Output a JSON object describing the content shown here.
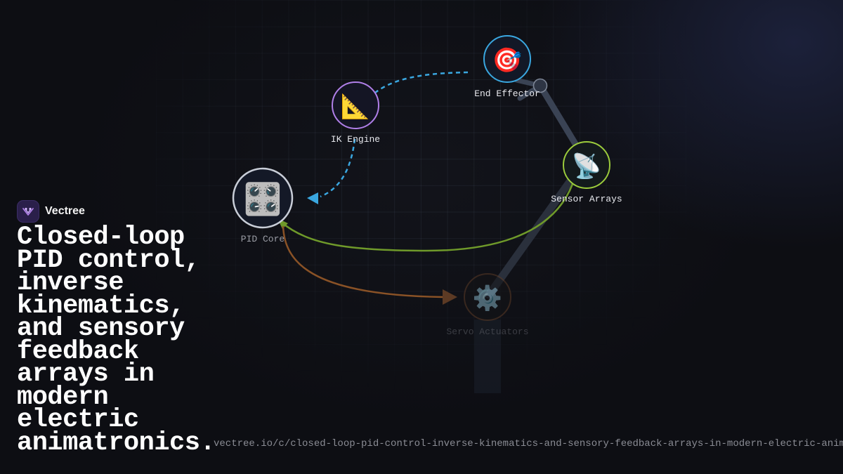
{
  "brand": {
    "name": "Vectree"
  },
  "headline": "Closed-loop PID control, inverse kinematics, and sensory feedback arrays in modern electric animatronics.",
  "url": "vectree.io/c/closed-loop-pid-control-inverse-kinematics-and-sensory-feedback-arrays-in-modern-electric-animatronics",
  "nodes": {
    "end_effector": {
      "label": "End Effector",
      "icon": "target-icon",
      "glyph": "🎯",
      "ring": "#3aa7e0"
    },
    "ik_engine": {
      "label": "IK Engine",
      "icon": "triangular-ruler-icon",
      "glyph": "📐",
      "ring": "#b07fe8"
    },
    "sensor_arrays": {
      "label": "Sensor Arrays",
      "icon": "satellite-antenna-icon",
      "glyph": "📡",
      "ring": "#9ccc3c"
    },
    "pid_core": {
      "label": "PID Core",
      "icon": "control-knobs-icon",
      "glyph": "🎛️",
      "ring": "#c9ced8"
    },
    "servo_actuators": {
      "label": "Servo Actuators",
      "icon": "gear-icon",
      "glyph": "⚙️",
      "ring": "#5a3a26"
    }
  },
  "colors": {
    "ik_loop": "#3aa7e0",
    "feedback": "#6f9a2a",
    "command": "#8a5226",
    "arm": "#3a4354"
  }
}
